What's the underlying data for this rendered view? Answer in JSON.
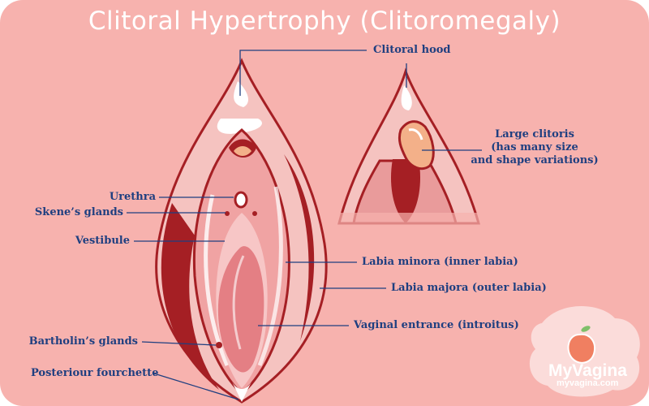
{
  "title": "Clitoral Hypertrophy (Clitoromegaly)",
  "labels": {
    "clitoral_hood": "Clitoral hood",
    "large_clitoris": [
      "Large clitoris",
      "(has many size",
      "and shape variations)"
    ],
    "urethra": "Urethra",
    "skenes_glands": "Skene’s glands",
    "vestibule": "Vestibule",
    "labia_minora": "Labia minora (inner labia)",
    "labia_majora": "Labia majora (outer labia)",
    "vaginal_entrance": "Vaginal entrance (introitus)",
    "bartholins_glands": "Bartholin’s glands",
    "posterior_fourchette": "Posteriour fourchette"
  },
  "logo": {
    "name": "MyVagina",
    "url": "myvagina.com"
  },
  "colors": {
    "background": "#f7b2ae",
    "label_text": "#1f3f80",
    "tissue_dark": "#a51f24",
    "tissue_mid": "#e88a8a",
    "tissue_light": "#f8d3d0"
  }
}
